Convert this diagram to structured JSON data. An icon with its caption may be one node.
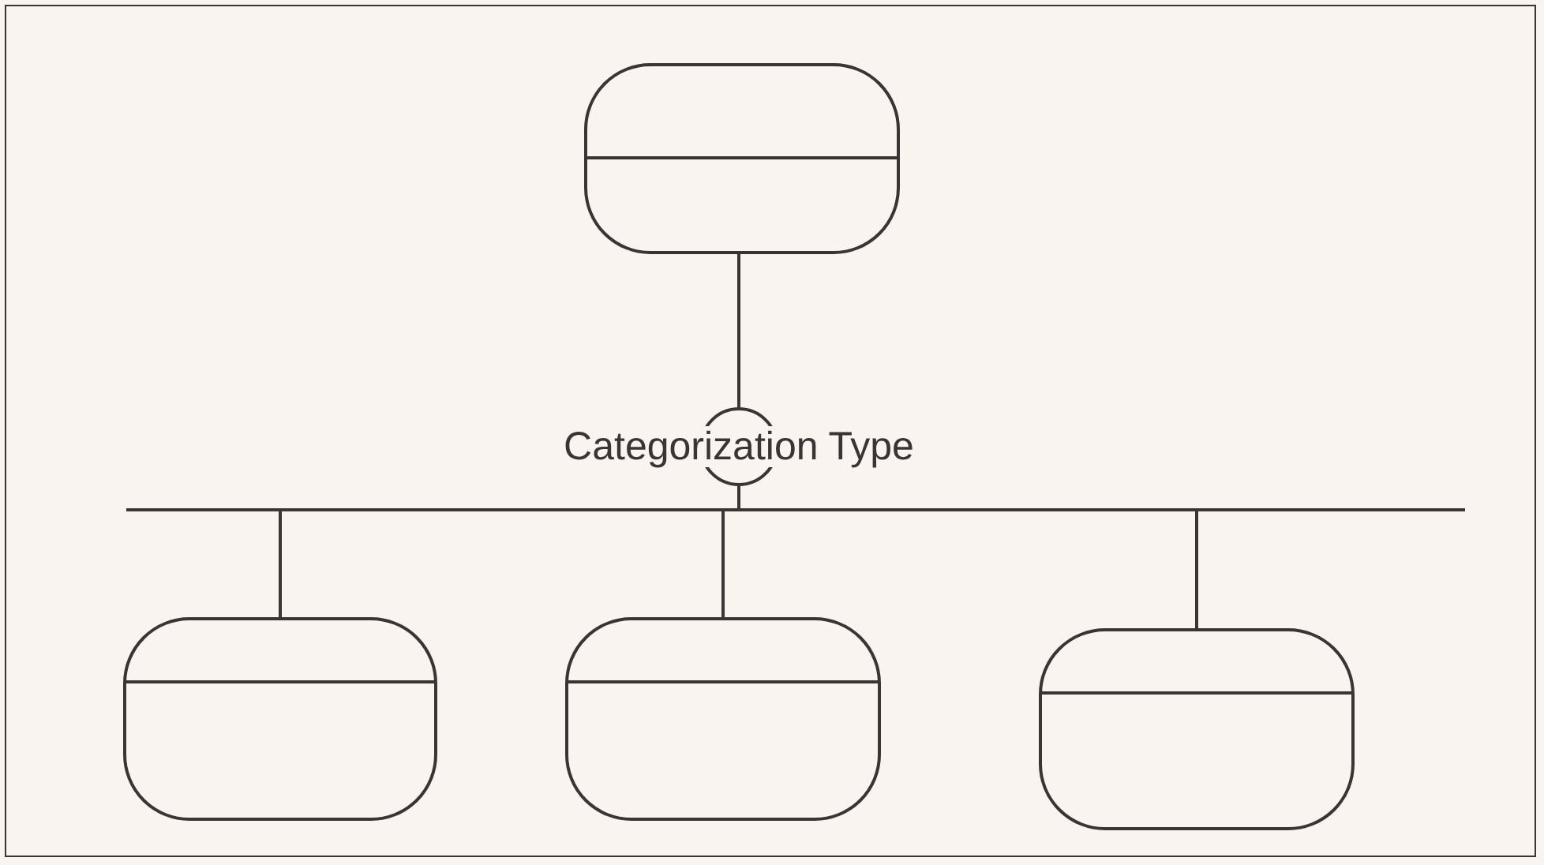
{
  "diagram": {
    "nodes": [
      {
        "text": [],
        "shape": "box"
      },
      {
        "text": [
          "Categorization Type"
        ]
      },
      {
        "text": [],
        "shape": "box"
      },
      {
        "text": [],
        "shape": "box"
      },
      {
        "text": [],
        "shape": "box"
      }
    ],
    "edges": [
      {
        "from": 0,
        "to": 1,
        "arrow": "none"
      },
      {
        "from": 1,
        "to": 2,
        "arrow": "none"
      },
      {
        "from": 1,
        "to": 3,
        "arrow": "none"
      },
      {
        "from": 1,
        "to": 4,
        "arrow": "none"
      }
    ]
  }
}
